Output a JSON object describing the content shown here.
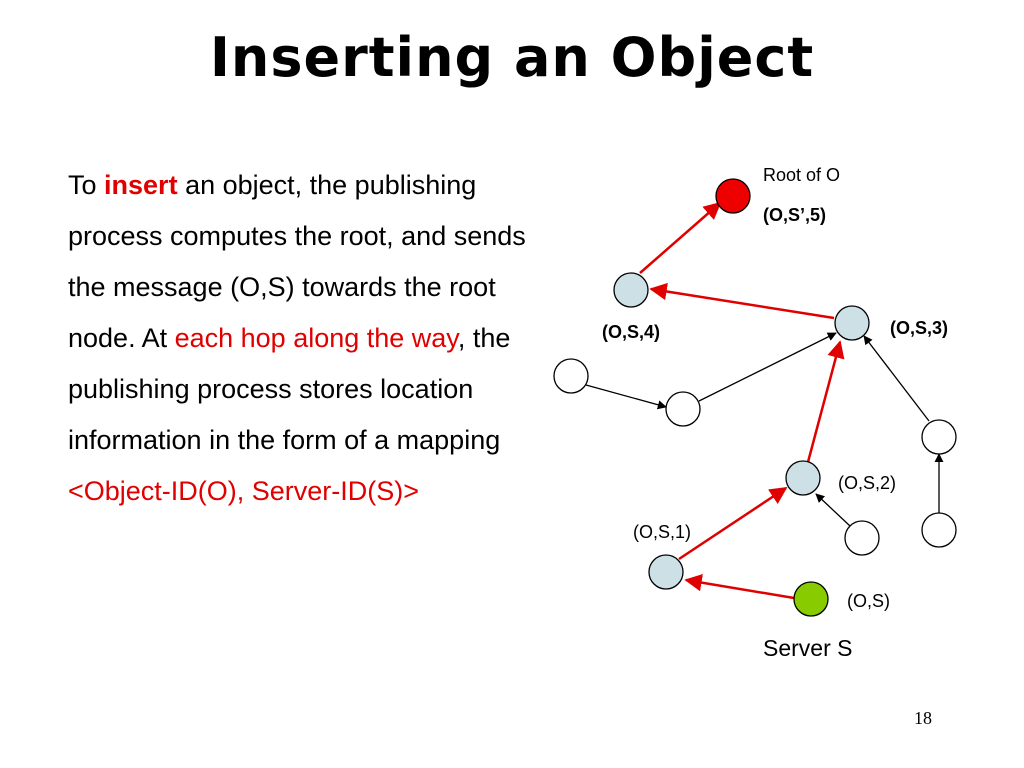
{
  "slide": {
    "title": "Inserting an Object",
    "number": "18"
  },
  "body": {
    "p1": "To ",
    "insert": "insert",
    "p2": " an object, the publishing process computes the root, and sends the message (O,S) towards the root node. At ",
    "each_hop": "each hop along the way",
    "p3": ", the publishing process stores location information in the form of a mapping ",
    "mapping": "<Object-ID(O), Server-ID(S)>"
  },
  "diagram": {
    "labels": {
      "root_of_o": "Root of O",
      "os5": "(O,S’,5)",
      "os4": "(O,S,4)",
      "os3": "(O,S,3)",
      "os2": "(O,S,2)",
      "os1": "(O,S,1)",
      "os": "(O,S)",
      "server_s": "Server S"
    },
    "colors": {
      "root": "#ee0000",
      "path": "#cce0e6",
      "server": "#88cc00",
      "plain": "#ffffff",
      "red_arrow": "#e00000",
      "black_arrow": "#000000"
    }
  }
}
